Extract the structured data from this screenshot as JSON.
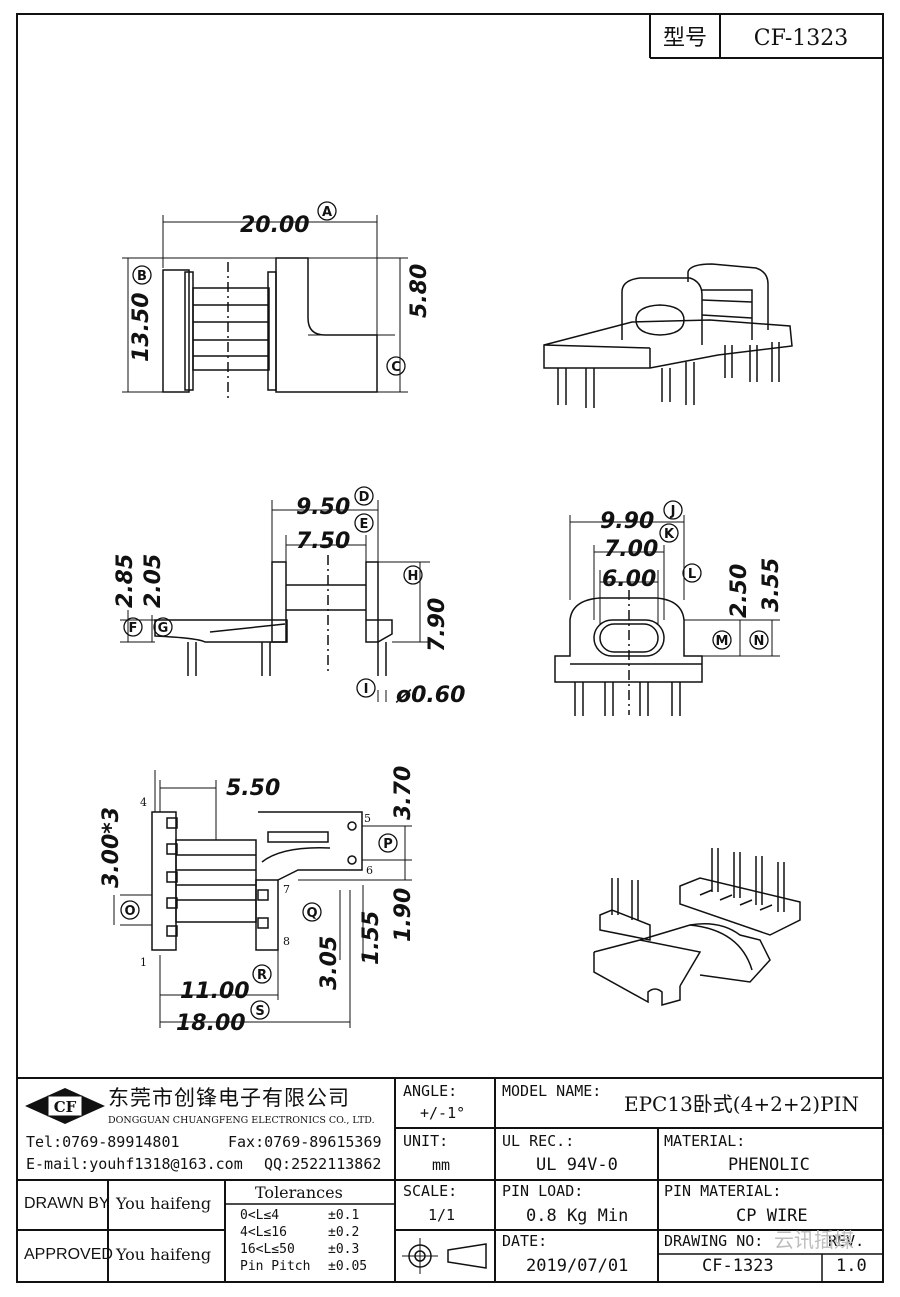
{
  "header": {
    "type_label": "型号",
    "model_code": "CF-1323"
  },
  "dims": {
    "top": {
      "a": "20.00",
      "b": "13.50",
      "c": "5.80",
      "lbl_a": "A",
      "lbl_b": "B",
      "lbl_c": "C"
    },
    "side": {
      "d": "9.50",
      "e": "7.50",
      "f": "2.85",
      "g": "2.05",
      "h": "7.90",
      "i": "ø0.60",
      "lbl_d": "D",
      "lbl_e": "E",
      "lbl_f": "F",
      "lbl_g": "G",
      "lbl_h": "H",
      "lbl_i": "I"
    },
    "end": {
      "j": "9.90",
      "k": "7.00",
      "l": "6.00",
      "m": "2.50",
      "n": "3.55",
      "lbl_j": "J",
      "lbl_k": "K",
      "lbl_l": "L",
      "lbl_m": "M",
      "lbl_n": "N"
    },
    "bottom": {
      "o": "3.00*3",
      "p": "5.50",
      "q": "3.70",
      "r": "11.00",
      "s": "18.00",
      "t": "3.05",
      "u": "1.55",
      "v": "1.90",
      "lbl_o": "O",
      "lbl_p": "P",
      "lbl_q": "Q",
      "lbl_r": "R",
      "lbl_s": "S",
      "pin1": "1",
      "pin4": "4",
      "pin5": "5",
      "pin6": "6",
      "pin7": "7",
      "pin8": "8"
    }
  },
  "titleblock": {
    "logo_text": "CF",
    "company_cn": "东莞市创锋电子有限公司",
    "company_en": "DONGGUAN CHUANGFENG ELECTRONICS CO., LTD.",
    "tel": "Tel:0769-89914801",
    "fax": "Fax:0769-89615369",
    "email": "E-mail:youhf1318@163.com",
    "qq": "QQ:2522113862",
    "angle_label": "ANGLE:",
    "angle_value": "+/-1°",
    "unit_label": "UNIT:",
    "unit_value": "mm",
    "scale_label": "SCALE:",
    "scale_value": "1/1",
    "model_label": "MODEL NAME:",
    "model_value": "EPC13卧式(4+2+2)PIN",
    "ul_label": "UL REC.:",
    "ul_value": "UL 94V-0",
    "material_label": "MATERIAL:",
    "material_value": "PHENOLIC",
    "pinload_label": "PIN LOAD:",
    "pinload_value": "0.8 Kg Min",
    "pinmat_label": "PIN MATERIAL:",
    "pinmat_value": "CP WIRE",
    "date_label": "DATE:",
    "date_value": "2019/07/01",
    "drawno_label": "DRAWING NO:",
    "drawno_value": "CF-1323",
    "rev_label": "REV.",
    "rev_value": "1.0",
    "drawn_label": "DRAWN BY",
    "drawn_value": "You haifeng",
    "approved_label": "APPROVED",
    "approved_value": "You haifeng",
    "tolerances_title": "Tolerances",
    "tol": [
      {
        "range": "0<L≤4",
        "val": "±0.1"
      },
      {
        "range": "4<L≤16",
        "val": "±0.2"
      },
      {
        "range": "16<L≤50",
        "val": "±0.3"
      },
      {
        "range": "Pin Pitch",
        "val": "±0.05"
      }
    ],
    "watermark": "云讯插媒"
  }
}
